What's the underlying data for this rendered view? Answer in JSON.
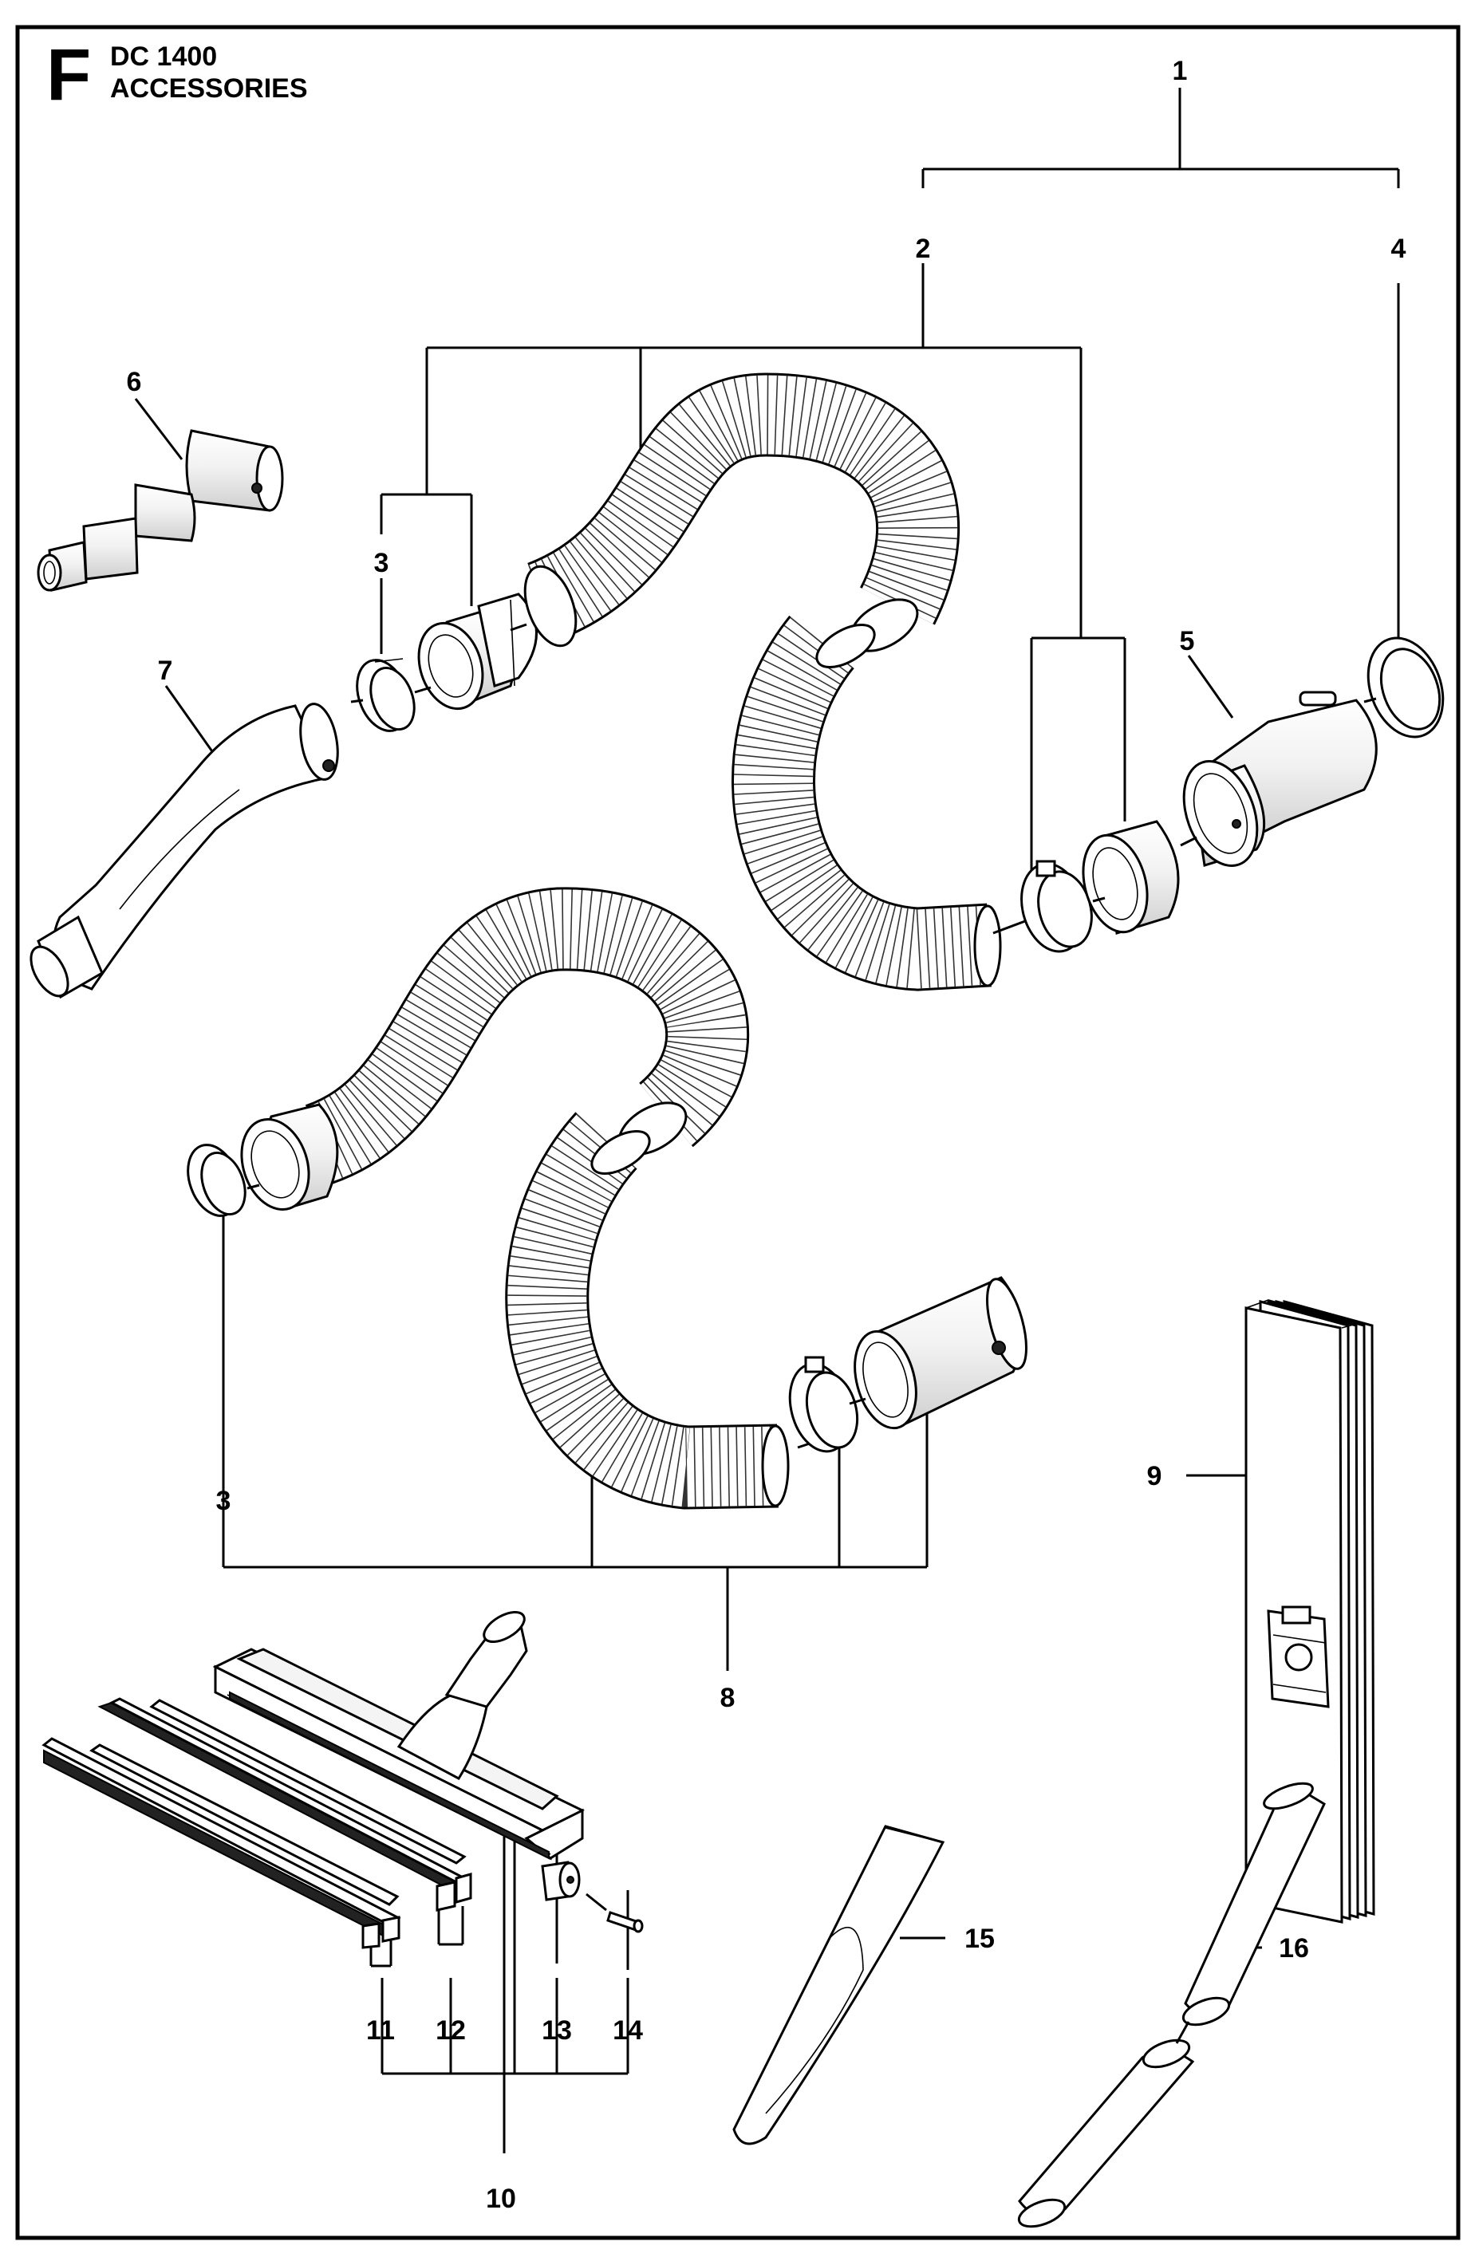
{
  "header": {
    "section_letter": "F",
    "model": "DC 1400",
    "subtitle": "ACCESSORIES"
  },
  "callouts": [
    {
      "id": "1",
      "label": "1"
    },
    {
      "id": "2",
      "label": "2"
    },
    {
      "id": "3a",
      "label": "3"
    },
    {
      "id": "3b",
      "label": "3"
    },
    {
      "id": "4",
      "label": "4"
    },
    {
      "id": "5",
      "label": "5"
    },
    {
      "id": "6",
      "label": "6"
    },
    {
      "id": "7",
      "label": "7"
    },
    {
      "id": "8",
      "label": "8"
    },
    {
      "id": "9",
      "label": "9"
    },
    {
      "id": "10",
      "label": "10"
    },
    {
      "id": "11",
      "label": "11"
    },
    {
      "id": "12",
      "label": "12"
    },
    {
      "id": "13",
      "label": "13"
    },
    {
      "id": "14",
      "label": "14"
    },
    {
      "id": "15",
      "label": "15"
    },
    {
      "id": "16",
      "label": "16"
    }
  ]
}
